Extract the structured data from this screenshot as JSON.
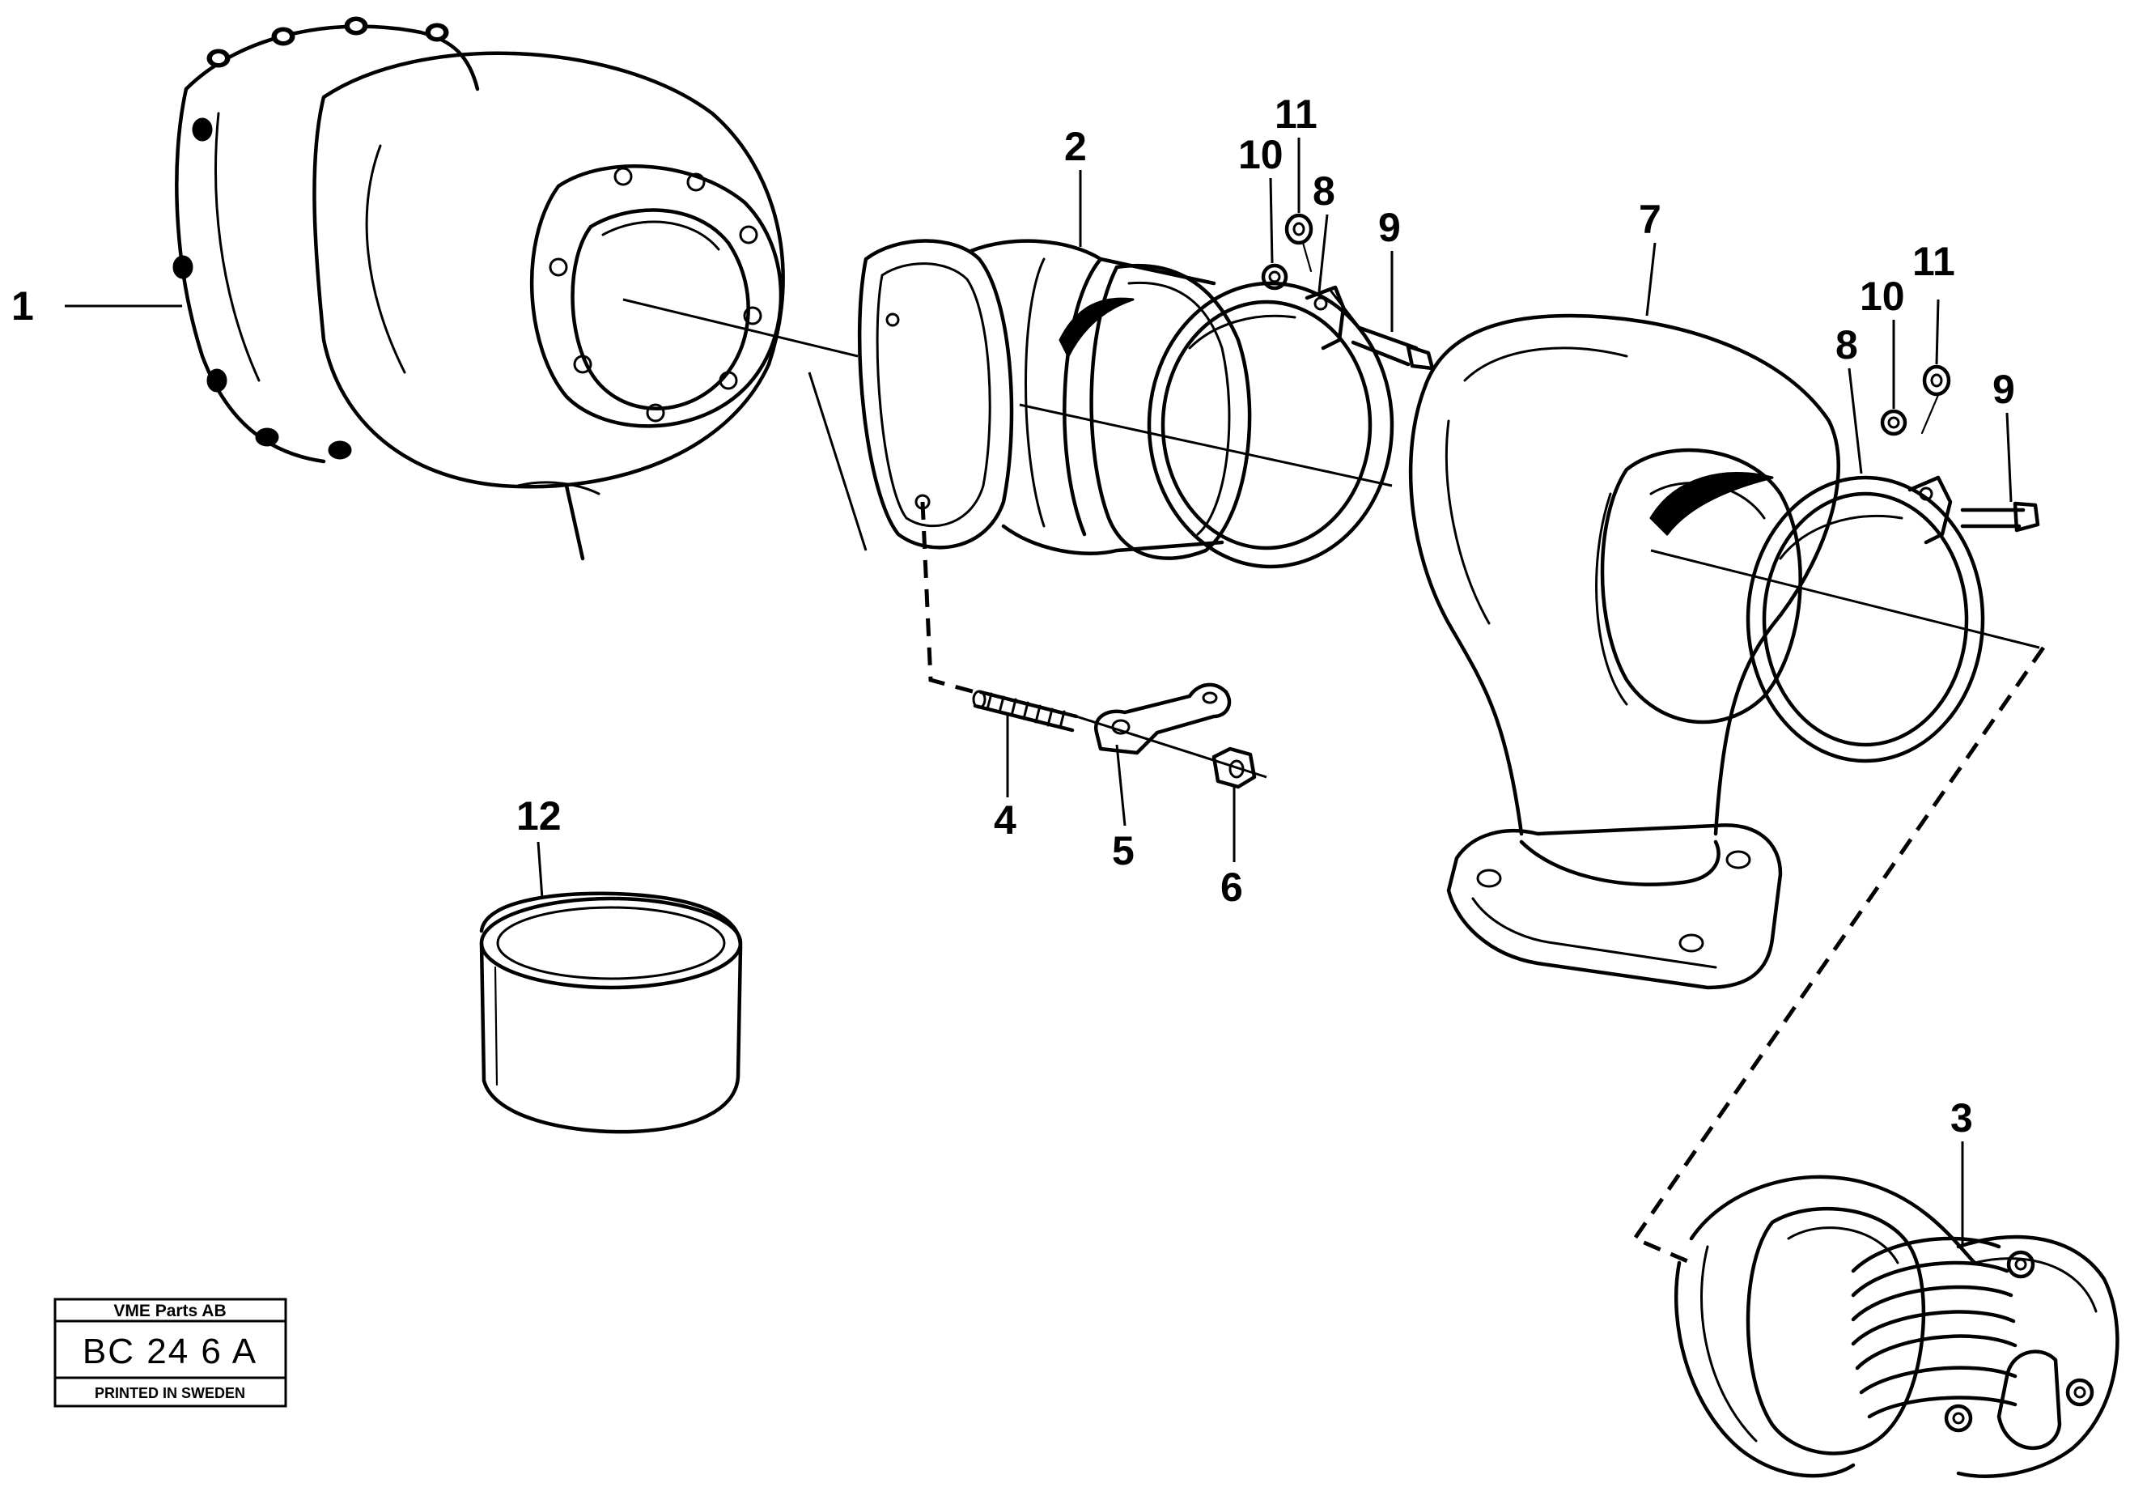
{
  "callouts": {
    "c1": "1",
    "c2": "2",
    "c3": "3",
    "c4": "4",
    "c5": "5",
    "c6": "6",
    "c7": "7",
    "c8a": "8",
    "c8b": "8",
    "c9a": "9",
    "c9b": "9",
    "c10a": "10",
    "c10b": "10",
    "c11a": "11",
    "c11b": "11",
    "c12": "12"
  },
  "stamp": {
    "company": "VME Parts AB",
    "code": "BC 24 6  A",
    "printed": "PRINTED IN SWEDEN"
  }
}
